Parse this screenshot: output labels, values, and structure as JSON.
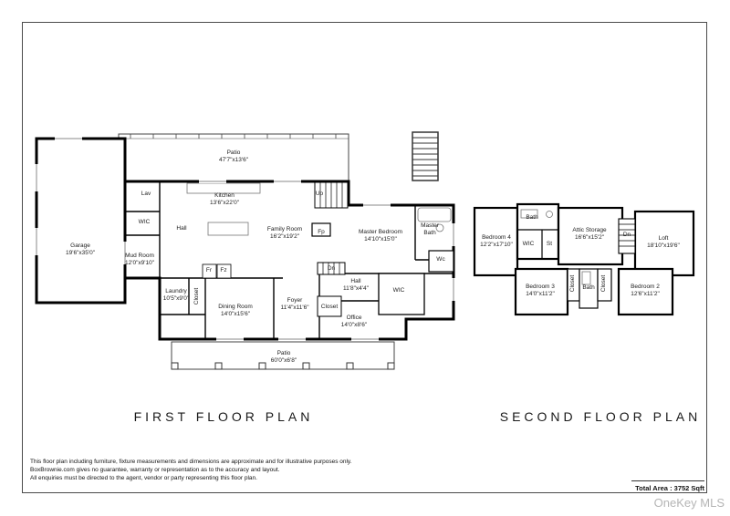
{
  "meta": {
    "total_area": "Total Area : 3752 Sqft",
    "watermark": "OneKey MLS"
  },
  "disclaimer": {
    "line1": "This floor plan including furniture, fixture measurements and dimensions are approximate and for illustrative purposes only.",
    "line2": "BoxBrownie.com gives no guarantee, warranty or representation as to the accuracy and layout.",
    "line3": "All enquiries must be directed to the agent, vendor or party representing this floor plan."
  },
  "first_floor": {
    "title": "FIRST FLOOR PLAN",
    "rooms": {
      "patio_top": {
        "name": "Patio",
        "dims": "47'7\"x13'6\""
      },
      "garage": {
        "name": "Garage",
        "dims": "19'6\"x35'0\""
      },
      "lav": {
        "name": "Lav"
      },
      "kitchen": {
        "name": "Kitchen",
        "dims": "13'6\"x22'0\""
      },
      "wic_small": {
        "name": "WIC"
      },
      "hall_upper": {
        "name": "Hall"
      },
      "mud_room": {
        "name": "Mud Room",
        "dims": "12'0\"x9'10\""
      },
      "family_room": {
        "name": "Family Room",
        "dims": "16'2\"x19'2\""
      },
      "fp": {
        "name": "Fp"
      },
      "up": {
        "name": "Up"
      },
      "master_bedroom": {
        "name": "Master Bedroom",
        "dims": "14'10\"x15'0\""
      },
      "master_bath": {
        "name": "Master Bath"
      },
      "wc": {
        "name": "Wc"
      },
      "laundry": {
        "name": "Laundry",
        "dims": "10'5\"x9'0\""
      },
      "closet_laundry": {
        "name": "Closet"
      },
      "fr": {
        "name": "Fr"
      },
      "fz": {
        "name": "Fz"
      },
      "dining_room": {
        "name": "Dining Room",
        "dims": "14'0\"x15'6\""
      },
      "foyer": {
        "name": "Foyer",
        "dims": "11'4\"x11'6\""
      },
      "dn": {
        "name": "Dn"
      },
      "hall_lower": {
        "name": "Hall",
        "dims": "11'8\"x4'4\""
      },
      "closet_foyer": {
        "name": "Closet"
      },
      "wic_master": {
        "name": "WIC"
      },
      "office": {
        "name": "Office",
        "dims": "14'0\"x8'6\""
      },
      "patio_bottom": {
        "name": "Patio",
        "dims": "60'0\"x6'8\""
      }
    }
  },
  "second_floor": {
    "title": "SECOND FLOOR PLAN",
    "rooms": {
      "bedroom4": {
        "name": "Bedroom 4",
        "dims": "12'2\"x17'10\""
      },
      "bath_upper": {
        "name": "Bath"
      },
      "wic": {
        "name": "WIC"
      },
      "st": {
        "name": "St"
      },
      "attic_storage": {
        "name": "Attic Storage",
        "dims": "16'6\"x15'2\""
      },
      "dn": {
        "name": "Dn"
      },
      "loft": {
        "name": "Loft",
        "dims": "18'10\"x19'6\""
      },
      "bedroom3": {
        "name": "Bedroom 3",
        "dims": "14'0\"x11'2\""
      },
      "closet_left": {
        "name": "Closet"
      },
      "bath_lower": {
        "name": "Bath"
      },
      "closet_right": {
        "name": "Closet"
      },
      "bedroom2": {
        "name": "Bedroom 2",
        "dims": "12'6\"x11'2\""
      }
    }
  }
}
